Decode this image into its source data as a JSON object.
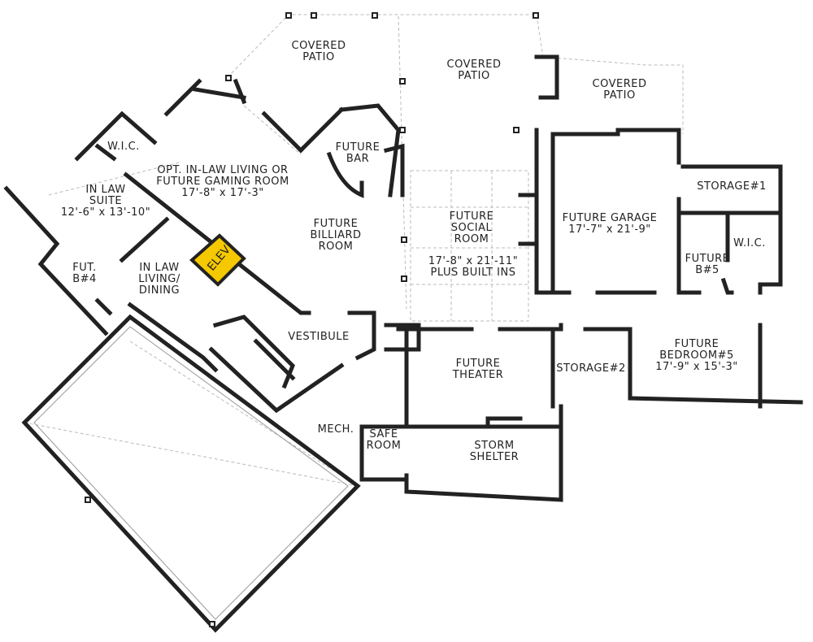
{
  "rooms": {
    "covered_patio_1": [
      "COVERED",
      "PATIO"
    ],
    "covered_patio_2": [
      "COVERED",
      "PATIO"
    ],
    "covered_patio_3": [
      "COVERED",
      "PATIO"
    ],
    "wic_left": "W.I.C.",
    "gaming_room": [
      "OPT. IN-LAW LIVING OR",
      "FUTURE GAMING ROOM",
      "17'-8\" x 17'-3\""
    ],
    "future_bar": [
      "FUTURE",
      "BAR"
    ],
    "in_law_suite": [
      "IN LAW",
      "SUITE",
      "12'-6\" x 13'-10\""
    ],
    "billiard": [
      "FUTURE",
      "BILLIARD",
      "ROOM"
    ],
    "social_room": [
      "FUTURE",
      "SOCIAL",
      "ROOM"
    ],
    "social_dims": [
      "17'-8\" x 21'-11\"",
      "PLUS BUILT INS"
    ],
    "garage": [
      "FUTURE GARAGE",
      "17'-7\" x 21'-9\""
    ],
    "storage1": "STORAGE#1",
    "wic_right": "W.I.C.",
    "future_b5": [
      "FUTURE",
      "B#5"
    ],
    "fut_b4": [
      "FUT.",
      "B#4"
    ],
    "in_law_living": [
      "IN LAW",
      "LIVING/",
      "DINING"
    ],
    "elev": "ELEV",
    "vestibule": "VESTIBULE",
    "theater": [
      "FUTURE",
      "THEATER"
    ],
    "storage2": "STORAGE#2",
    "bedroom5": [
      "FUTURE",
      "BEDROOM#5",
      "17'-9\" x 15'-3\""
    ],
    "mech": "MECH.",
    "safe_room": [
      "SAFE",
      "ROOM"
    ],
    "storm_shelter": [
      "STORM",
      "SHELTER"
    ]
  },
  "colors": {
    "elevator": "#f5c800",
    "walls": "#222222"
  }
}
